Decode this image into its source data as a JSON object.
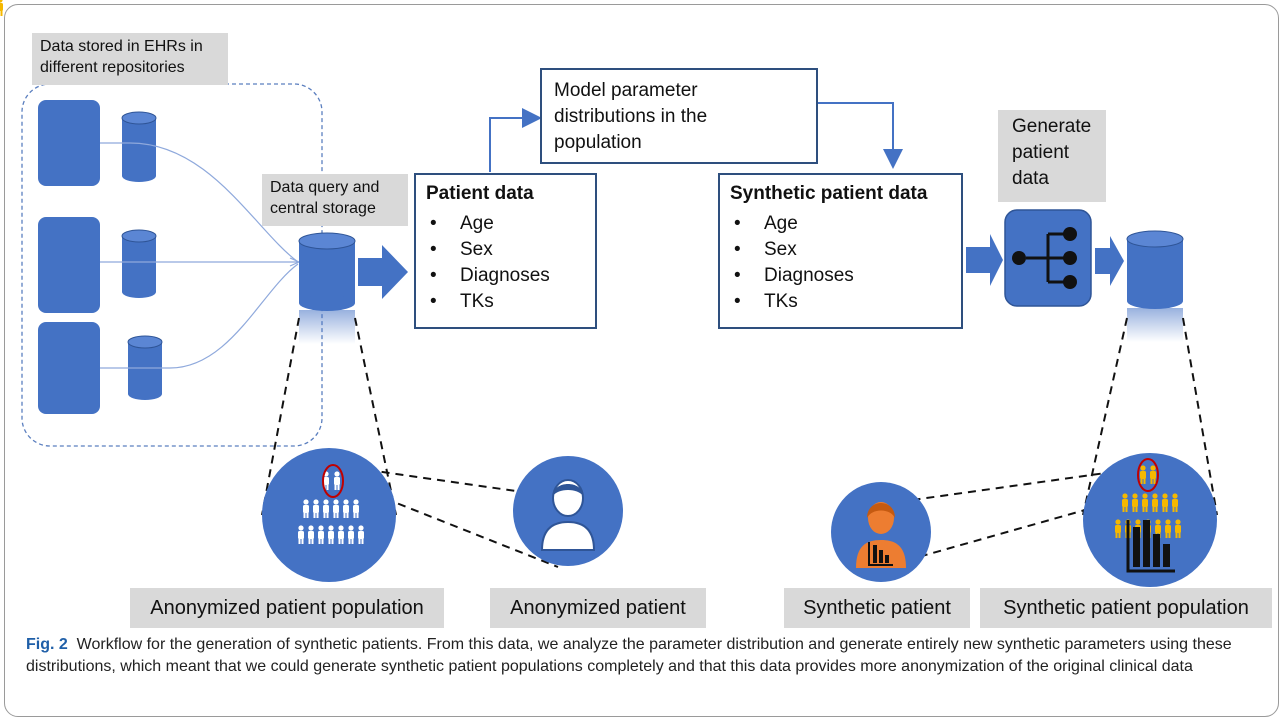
{
  "labels": {
    "ehr_repos": "Data stored in EHRs in different repositories",
    "central_storage": "Data query and central storage",
    "generate": "Generate patient data",
    "model_params": "Model parameter distributions in the population"
  },
  "patient_data": {
    "title": "Patient data",
    "items": [
      "Age",
      "Sex",
      "Diagnoses",
      "TKs"
    ]
  },
  "synthetic_data": {
    "title": "Synthetic patient data",
    "items": [
      "Age",
      "Sex",
      "Diagnoses",
      "TKs"
    ]
  },
  "bottom_labels": {
    "anon_population": "Anonymized patient population",
    "anon_patient": "Anonymized patient",
    "synth_patient": "Synthetic patient",
    "synth_population": "Synthetic patient population"
  },
  "caption": {
    "fig": "Fig. 2",
    "text": "Workflow for the generation of synthetic patients. From this data, we analyze the parameter distribution and generate entirely new synthetic parameters using these distributions, which meant that we could generate synthetic patient populations completely and that this data provides more anonymization of the original clinical data"
  },
  "colors": {
    "accent_blue": "#4472c4",
    "box_border": "#2e4f7e",
    "label_grey": "#d9d9d9",
    "synthetic_orange": "#ed7d31",
    "synthetic_yellow": "#f5b800"
  }
}
